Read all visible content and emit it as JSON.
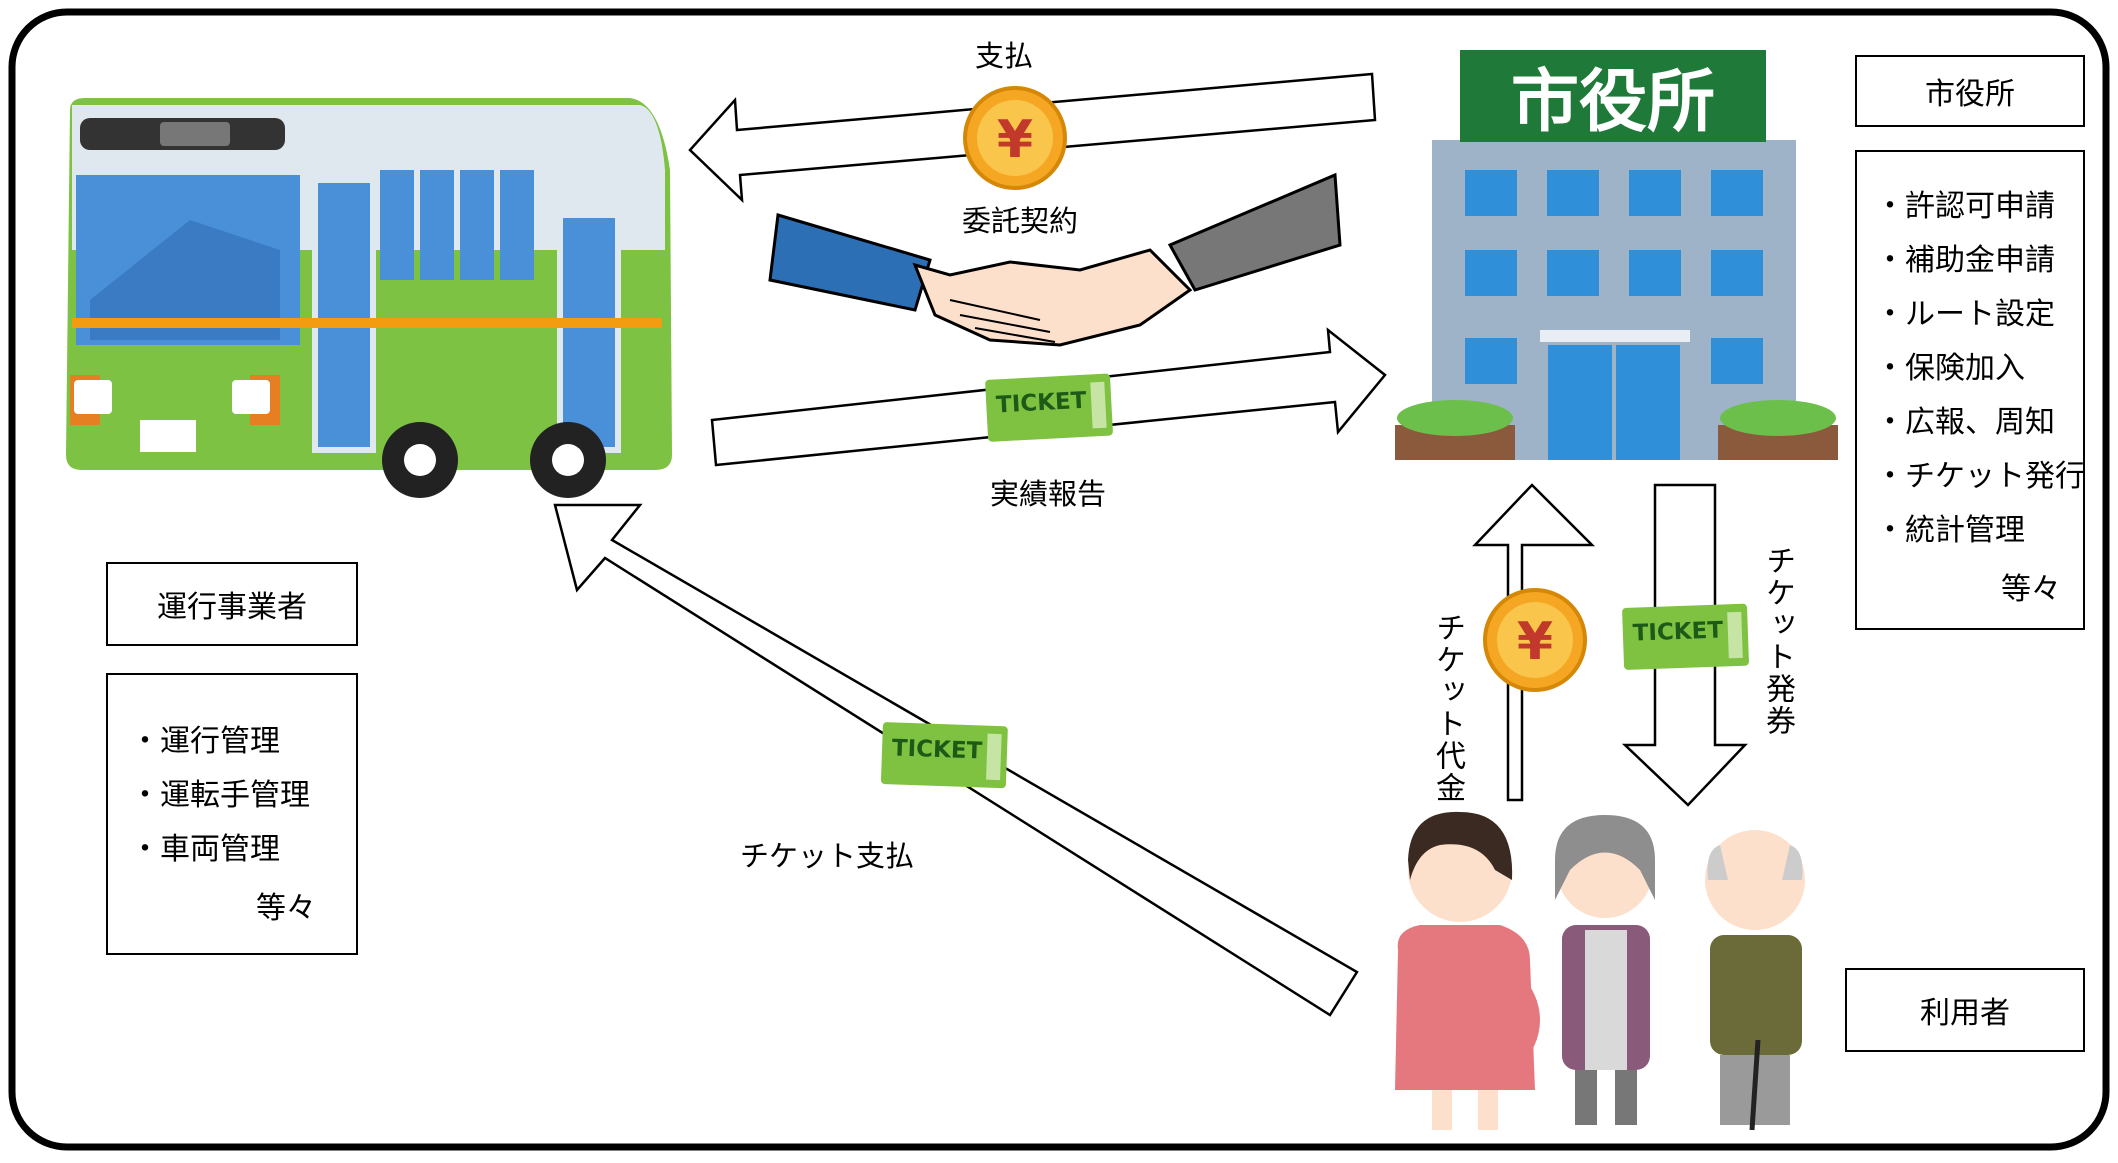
{
  "arrows": {
    "payment": "支払",
    "contract": "委託契約",
    "report": "実績報告",
    "ticket_payment": "チケット支払",
    "ticket_fee": "チケット代金",
    "ticket_issue": "チケット発券"
  },
  "operator": {
    "title": "運行事業者",
    "items": [
      "・運行管理",
      "・運転手管理",
      "・車両管理"
    ],
    "etc": "等々"
  },
  "city": {
    "sign": "市役所",
    "title": "市役所",
    "items": [
      "・許認可申請",
      "・補助金申請",
      "・ルート設定",
      "・保険加入",
      "・広報、周知",
      "・チケット発行",
      "・統計管理"
    ],
    "etc": "等々"
  },
  "users": {
    "title": "利用者"
  },
  "icons": {
    "ticket_text": "TICKET",
    "yen_symbol": "¥"
  },
  "colors": {
    "bus_green": "#7dc243",
    "bus_window": "#4a90d9",
    "city_sign": "#1f7a3a",
    "building": "#9fb3c8",
    "coin": "#f5a623",
    "coin_mark": "#c0392b",
    "ticket": "#7fc241"
  }
}
